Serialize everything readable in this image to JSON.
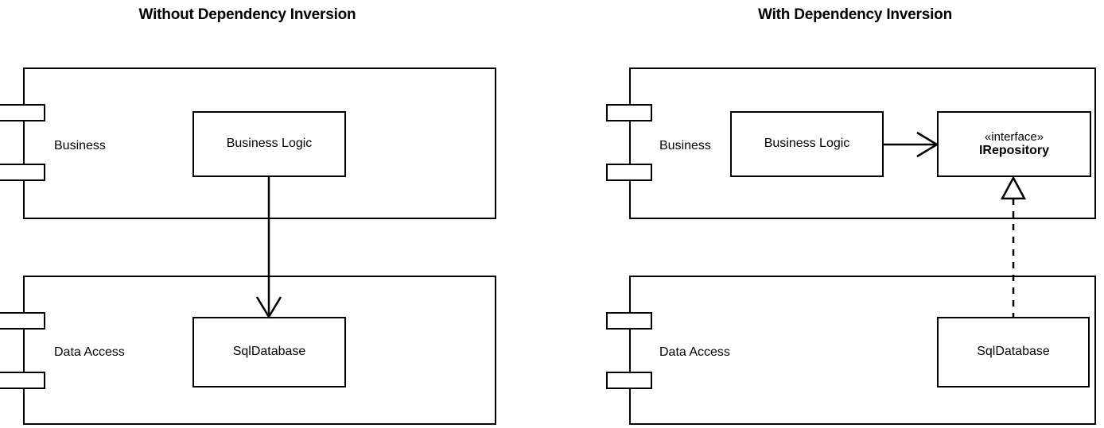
{
  "panels": [
    {
      "id": "without",
      "title": "Without Dependency Inversion",
      "packages": [
        {
          "id": "business",
          "label": "Business"
        },
        {
          "id": "data-access",
          "label": "Data Access"
        }
      ],
      "boxes": [
        {
          "id": "business-logic",
          "name": "Business Logic",
          "stereotype": ""
        },
        {
          "id": "sql-database",
          "name": "SqlDatabase",
          "stereotype": ""
        }
      ],
      "relationships": [
        {
          "id": "business-logic-to-sql-database",
          "kind": "dependency",
          "line": "solid",
          "arrowhead": "open",
          "from": "business-logic",
          "to": "sql-database"
        }
      ]
    },
    {
      "id": "with",
      "title": "With Dependency Inversion",
      "packages": [
        {
          "id": "business",
          "label": "Business"
        },
        {
          "id": "data-access",
          "label": "Data Access"
        }
      ],
      "boxes": [
        {
          "id": "business-logic",
          "name": "Business Logic",
          "stereotype": ""
        },
        {
          "id": "irepository",
          "name": "IRepository",
          "stereotype": "«interface»"
        },
        {
          "id": "sql-database",
          "name": "SqlDatabase",
          "stereotype": ""
        }
      ],
      "relationships": [
        {
          "id": "business-logic-to-irepository",
          "kind": "dependency",
          "line": "solid",
          "arrowhead": "open",
          "from": "business-logic",
          "to": "irepository"
        },
        {
          "id": "sql-database-realizes-irepository",
          "kind": "realization",
          "line": "dashed",
          "arrowhead": "hollow-triangle",
          "from": "sql-database",
          "to": "irepository"
        }
      ]
    }
  ],
  "style": {
    "stroke": "#000000",
    "fill": "#ffffff",
    "background": "#ffffff"
  }
}
